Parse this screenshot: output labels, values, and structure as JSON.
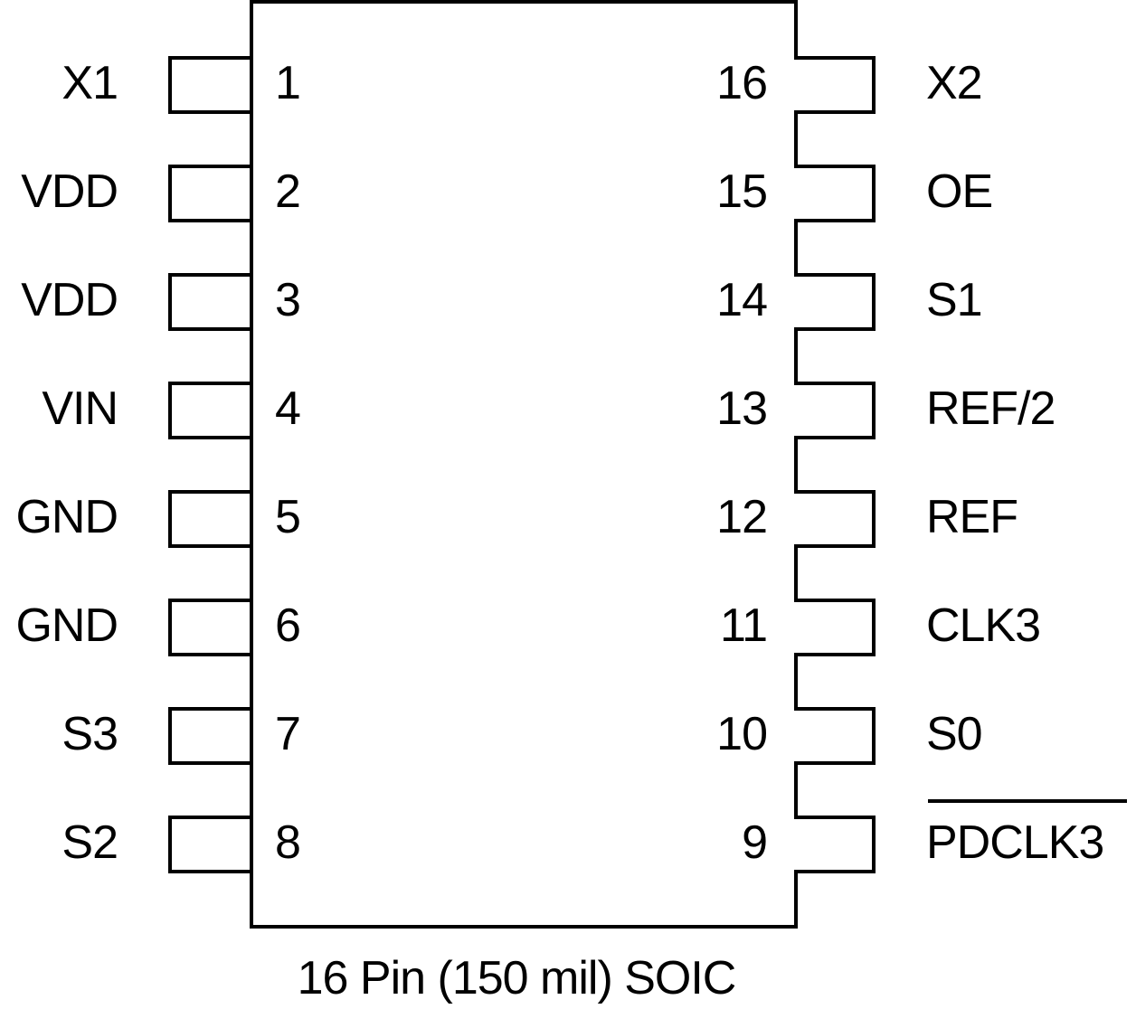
{
  "package": {
    "caption": "16 Pin (150 mil) SOIC"
  },
  "pins_left": [
    {
      "num": "1",
      "name": "X1"
    },
    {
      "num": "2",
      "name": "VDD"
    },
    {
      "num": "3",
      "name": "VDD"
    },
    {
      "num": "4",
      "name": "VIN"
    },
    {
      "num": "5",
      "name": "GND"
    },
    {
      "num": "6",
      "name": "GND"
    },
    {
      "num": "7",
      "name": "S3"
    },
    {
      "num": "8",
      "name": "S2"
    }
  ],
  "pins_right": [
    {
      "num": "16",
      "name": "X2"
    },
    {
      "num": "15",
      "name": "OE"
    },
    {
      "num": "14",
      "name": "S1"
    },
    {
      "num": "13",
      "name": "REF/2"
    },
    {
      "num": "12",
      "name": "REF"
    },
    {
      "num": "11",
      "name": "CLK3"
    },
    {
      "num": "10",
      "name": "S0"
    },
    {
      "num": "9",
      "name": "PDCLK3",
      "active_low": true
    }
  ]
}
